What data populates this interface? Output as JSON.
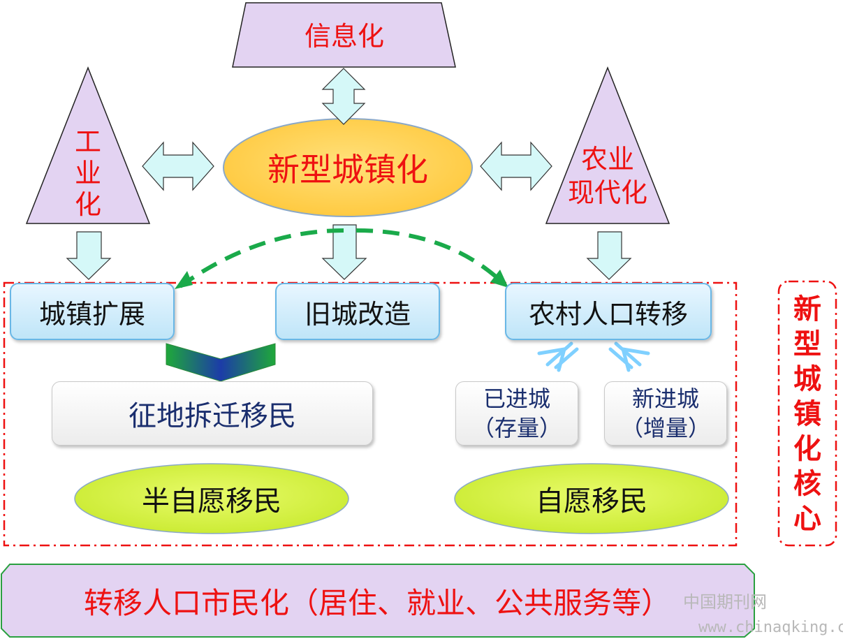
{
  "top_node": "信息化",
  "left_node": "工\n业\n化",
  "right_node": "农业\n现代化",
  "center_node": "新型城镇化",
  "boxes": {
    "urban_expansion": "城镇扩展",
    "old_city_renewal": "旧城改造",
    "rural_transfer": "农村人口转移",
    "land_relocation": "征地拆迁移民",
    "existing_urban": "已进城\n（存量）",
    "new_urban": "新进城\n（增量）"
  },
  "ellipses": {
    "semi_voluntary": "半自愿移民",
    "voluntary": "自愿移民"
  },
  "side_label": "新\n型\n城\n镇\n化\n核\n心",
  "bottom_banner": "转移人口市民化（居住、就业、公共服务等）",
  "watermark": {
    "line1": "中国期刊网",
    "line2": "www.chinaqking.com"
  },
  "colors": {
    "purple_fill": "#e3d3f2",
    "yellow_ellipse": "#ffce4f",
    "green_ellipse": "#d9f24a",
    "arrow_fill": "#d5f8f8",
    "dashed_green": "#1aaa4a",
    "dashed_red": "#ee1111",
    "label_red": "#ee1111"
  }
}
